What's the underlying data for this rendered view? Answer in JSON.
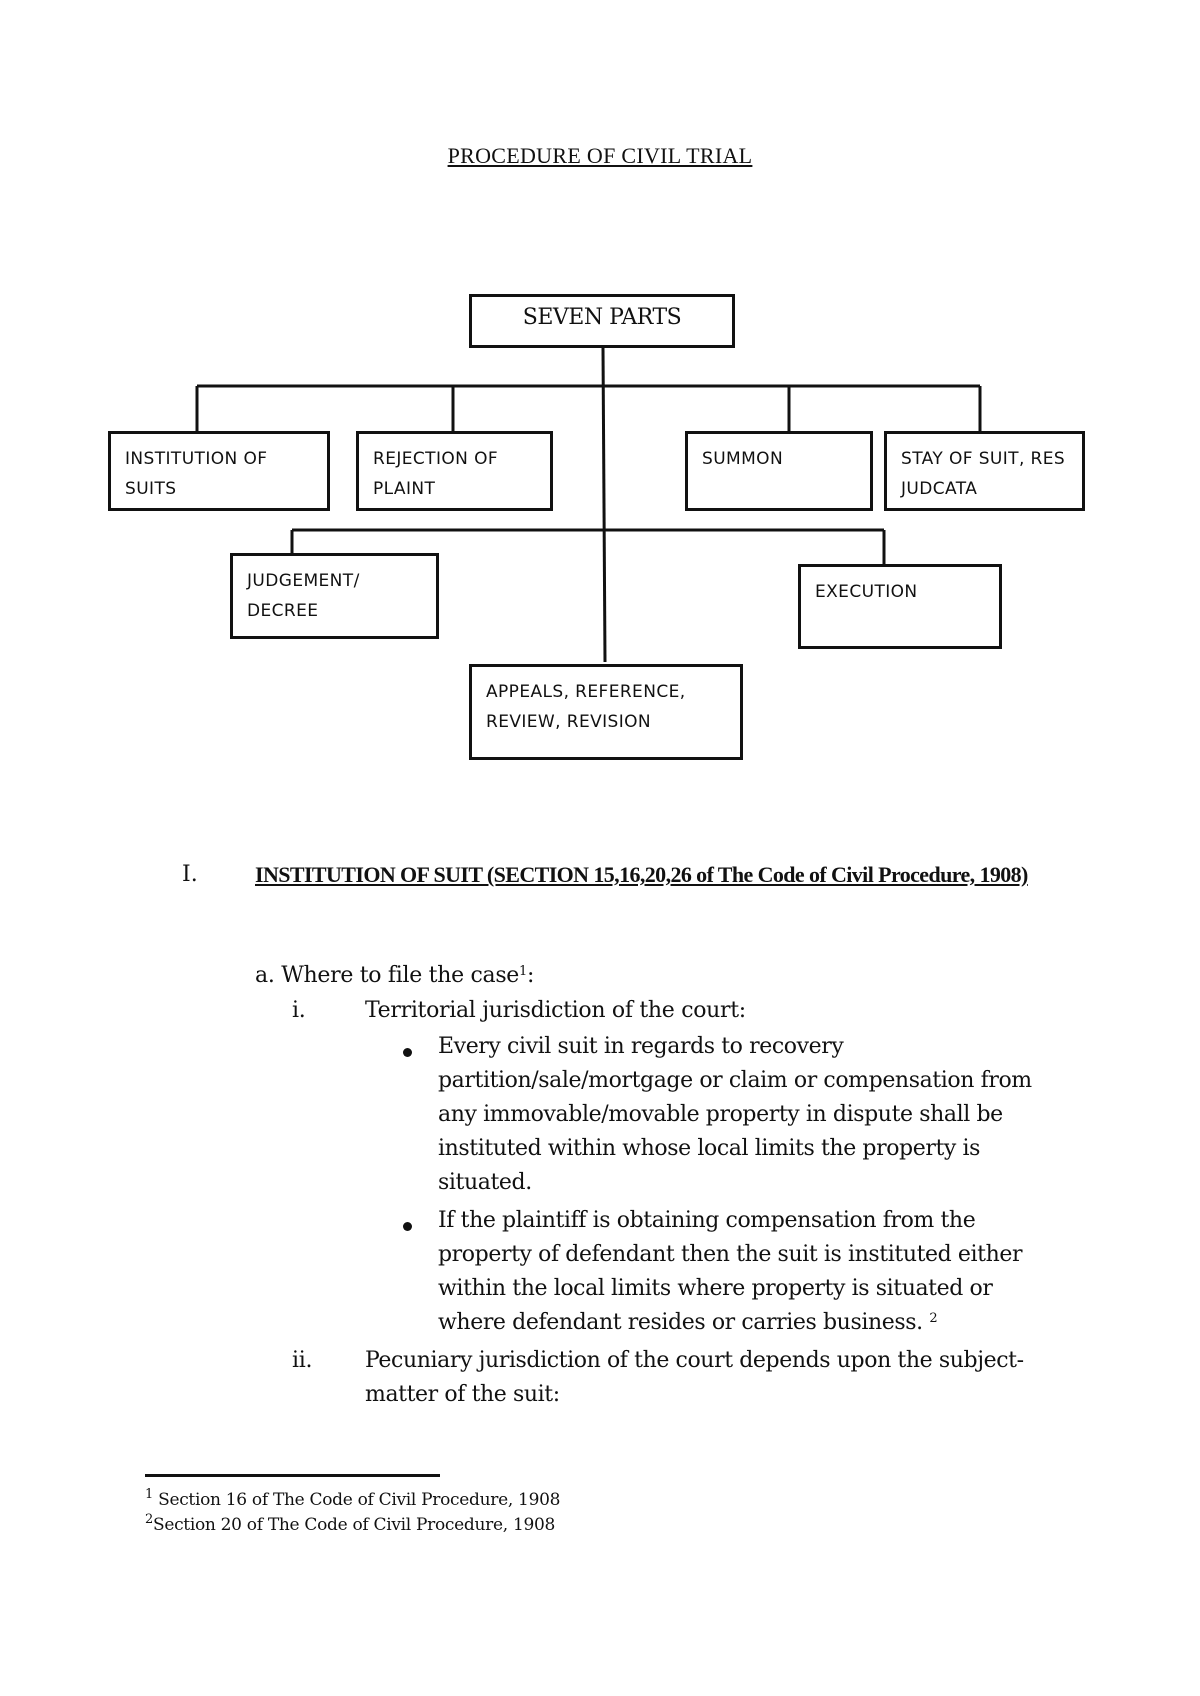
{
  "title": "PROCEDURE OF CIVIL TRIAL",
  "diagram": {
    "root": "SEVEN PARTS",
    "nodes": {
      "institution": "INSTITUTION OF\nSUITS",
      "rejection": "REJECTION OF\nPLAINT",
      "summon": "SUMMON",
      "stay": "STAY OF SUIT, RES\nJUDCATA",
      "judgement": "JUDGEMENT/\nDECREE",
      "execution": "EXECUTION",
      "appeals": "APPEALS, REFERENCE,\nREVIEW, REVISION"
    }
  },
  "section": {
    "number": "I.",
    "heading": "INSTITUTION OF SUIT (SECTION 15,16,20,26 of The Code of Civil Procedure, 1908)"
  },
  "item_a": {
    "marker": "a.",
    "text": "Where to file the case",
    "ref": "1",
    "suffix": ":"
  },
  "item_i": {
    "marker": "i.",
    "text": "Territorial jurisdiction of the court:"
  },
  "bullets": [
    {
      "text": "Every civil suit in regards to recovery partition/sale/mortgage or claim or compensation from any immovable/movable property in dispute shall be instituted within whose local limits the property is situated.",
      "ref": ""
    },
    {
      "text": "If the plaintiff is obtaining compensation from the property of defendant then the suit is instituted either within the local limits where property is situated or where defendant resides or carries business.",
      "ref": "2"
    }
  ],
  "item_ii": {
    "marker": "ii.",
    "text": "Pecuniary jurisdiction of the court depends upon the subject-matter of the suit:"
  },
  "footnotes": [
    {
      "ref": "1",
      "text": "Section 16 of The Code of Civil Procedure, 1908"
    },
    {
      "ref": "2",
      "text": "Section 20 of The Code of Civil Procedure, 1908"
    }
  ]
}
